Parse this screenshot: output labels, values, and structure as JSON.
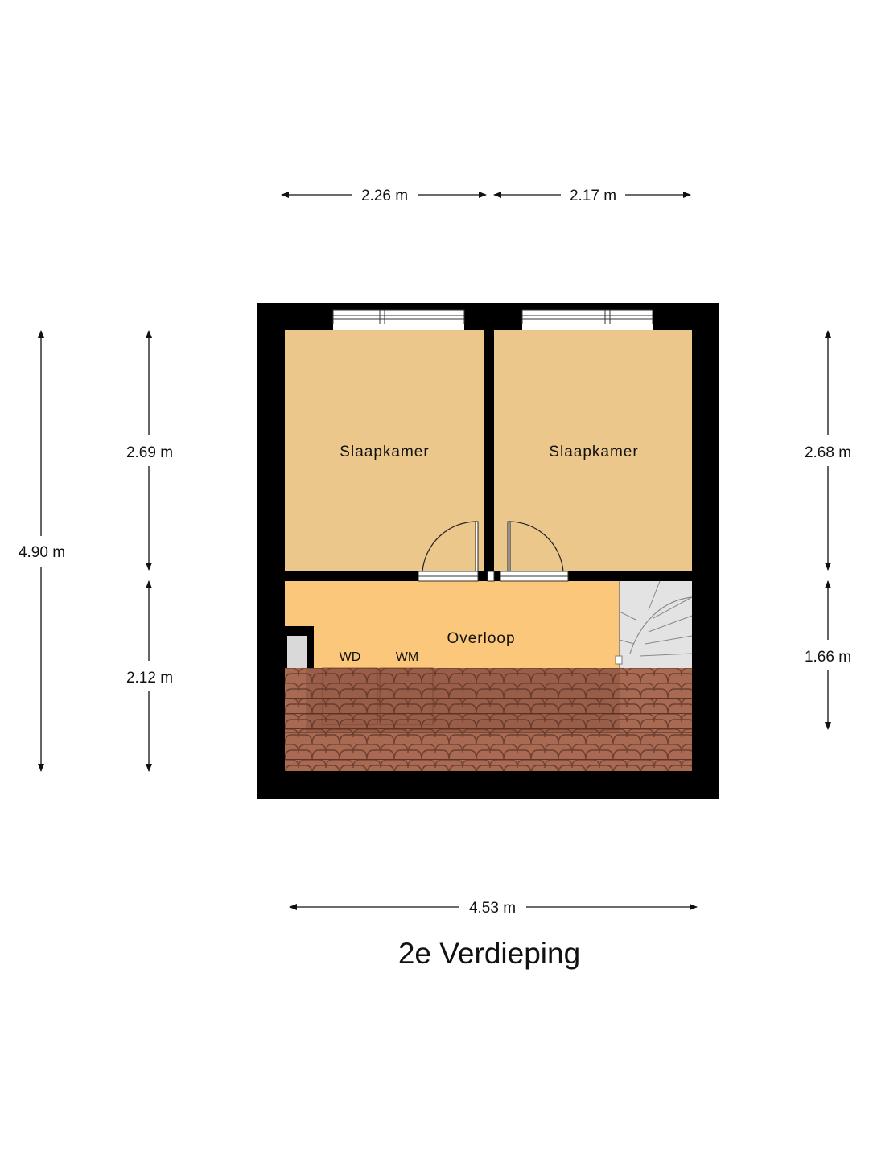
{
  "floor": {
    "title": "2e Verdieping"
  },
  "dimensions": {
    "top_left": "2.26 m",
    "top_right": "2.17 m",
    "bottom": "4.53 m",
    "total_height": "4.90 m",
    "left_upper": "2.69 m",
    "left_lower": "2.12 m",
    "right_upper": "2.68 m",
    "right_lower": "1.66 m"
  },
  "rooms": {
    "bedroom_left": "Slaapkamer",
    "bedroom_right": "Slaapkamer",
    "landing": "Overloop"
  },
  "appliances": {
    "dryer": "WD",
    "washer": "WM"
  },
  "colors": {
    "wall": "#000000",
    "bedroom": "#ebc78c",
    "landing": "#fbc77b",
    "stairs": "#e3e3e3",
    "roof_tile": "#a86a52",
    "roof_tile_dark": "#7e4c3a"
  }
}
